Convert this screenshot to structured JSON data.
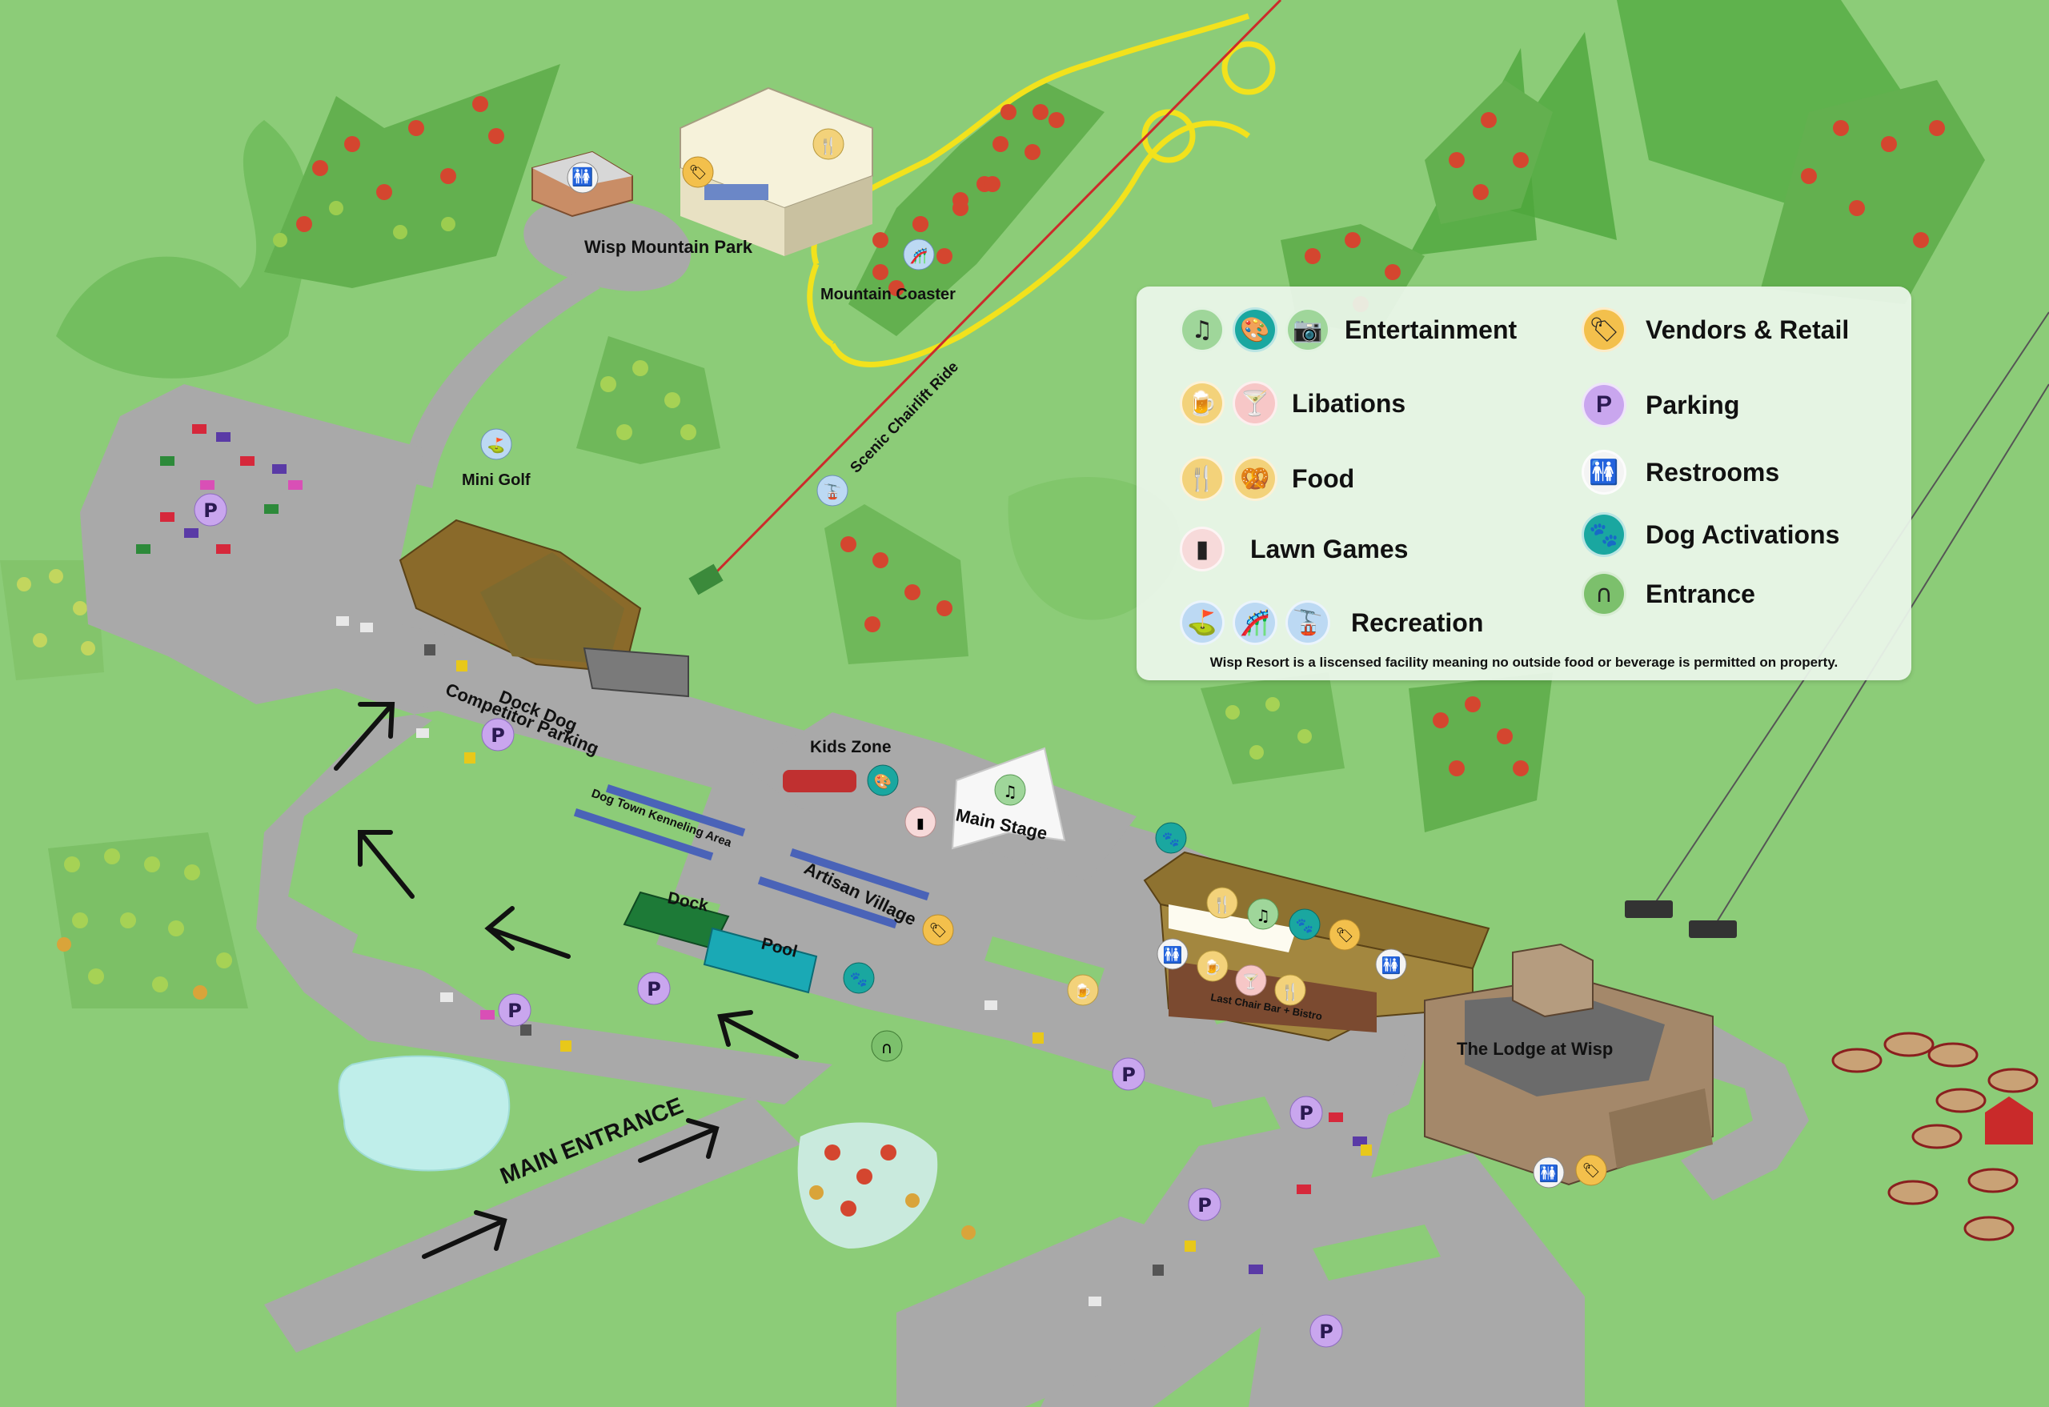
{
  "map": {
    "places": {
      "mountain_park": "Wisp Mountain Park",
      "mountain_coaster": "Mountain Coaster",
      "chairlift": "Scenic Chairlift Ride",
      "mini_golf": "Mini Golf",
      "dock_dog": "Dock Dog\nCompetitor Parking",
      "dock_dog_line1": "Dock Dog",
      "dock_dog_line2": "Competitor Parking",
      "kids_zone": "Kids Zone",
      "main_stage": "Main Stage",
      "kenneling": "Dog Town Kenneling Area",
      "artisan": "Artisan Village",
      "dock": "Dock",
      "pool": "Pool",
      "last_chair": "Last Chair Bar + Bistro",
      "lodge": "The Lodge at Wisp",
      "main_entrance": "MAIN ENTRANCE"
    },
    "colors": {
      "grass": "#8ccc78",
      "road": "#a9a9a9",
      "parking_icon": "#c9a6ee",
      "food_icon": "#f3d27a",
      "dog_icon": "#1aa7a0",
      "entrance_icon": "#7cc06c",
      "coaster": "#f2e21c"
    }
  },
  "legend": {
    "entertainment": {
      "label": "Entertainment",
      "icons": [
        "music-icon",
        "paint-palette-icon",
        "camera-icon"
      ]
    },
    "libations": {
      "label": "Libations",
      "icons": [
        "beer-mug-icon",
        "cocktail-icon"
      ]
    },
    "food": {
      "label": "Food",
      "icons": [
        "fork-knife-icon",
        "pretzel-icon"
      ]
    },
    "lawn_games": {
      "label": "Lawn Games",
      "icons": [
        "cornhole-icon"
      ]
    },
    "recreation": {
      "label": "Recreation",
      "icons": [
        "mini-golf-icon",
        "coaster-car-icon",
        "gondola-icon"
      ]
    },
    "vendors": {
      "label": "Vendors & Retail",
      "icons": [
        "price-tag-icon"
      ]
    },
    "parking": {
      "label": "Parking",
      "icons": [
        "parking-icon"
      ]
    },
    "restrooms": {
      "label": "Restrooms",
      "icons": [
        "restroom-icon"
      ]
    },
    "dog": {
      "label": "Dog Activations",
      "icons": [
        "paw-icon"
      ]
    },
    "entrance": {
      "label": "Entrance",
      "icons": [
        "entrance-arch-icon"
      ]
    },
    "note": "Wisp Resort is a liscensed facility meaning no outside food or beverage is permitted on property."
  }
}
